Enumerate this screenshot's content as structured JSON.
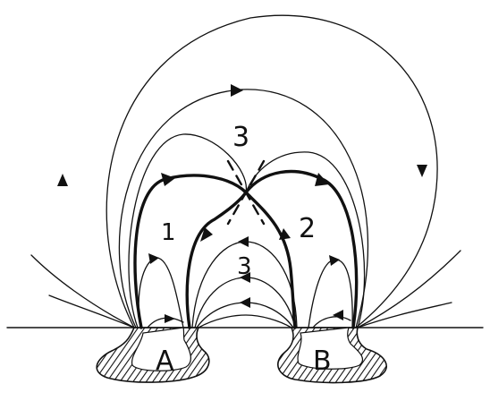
{
  "labels": {
    "source_a": "A",
    "source_b": "B",
    "region_1": "1",
    "region_2": "2",
    "region_3_upper": "3",
    "region_3_lower": "3"
  },
  "colors": {
    "ink": "#111111",
    "background": "#ffffff"
  }
}
